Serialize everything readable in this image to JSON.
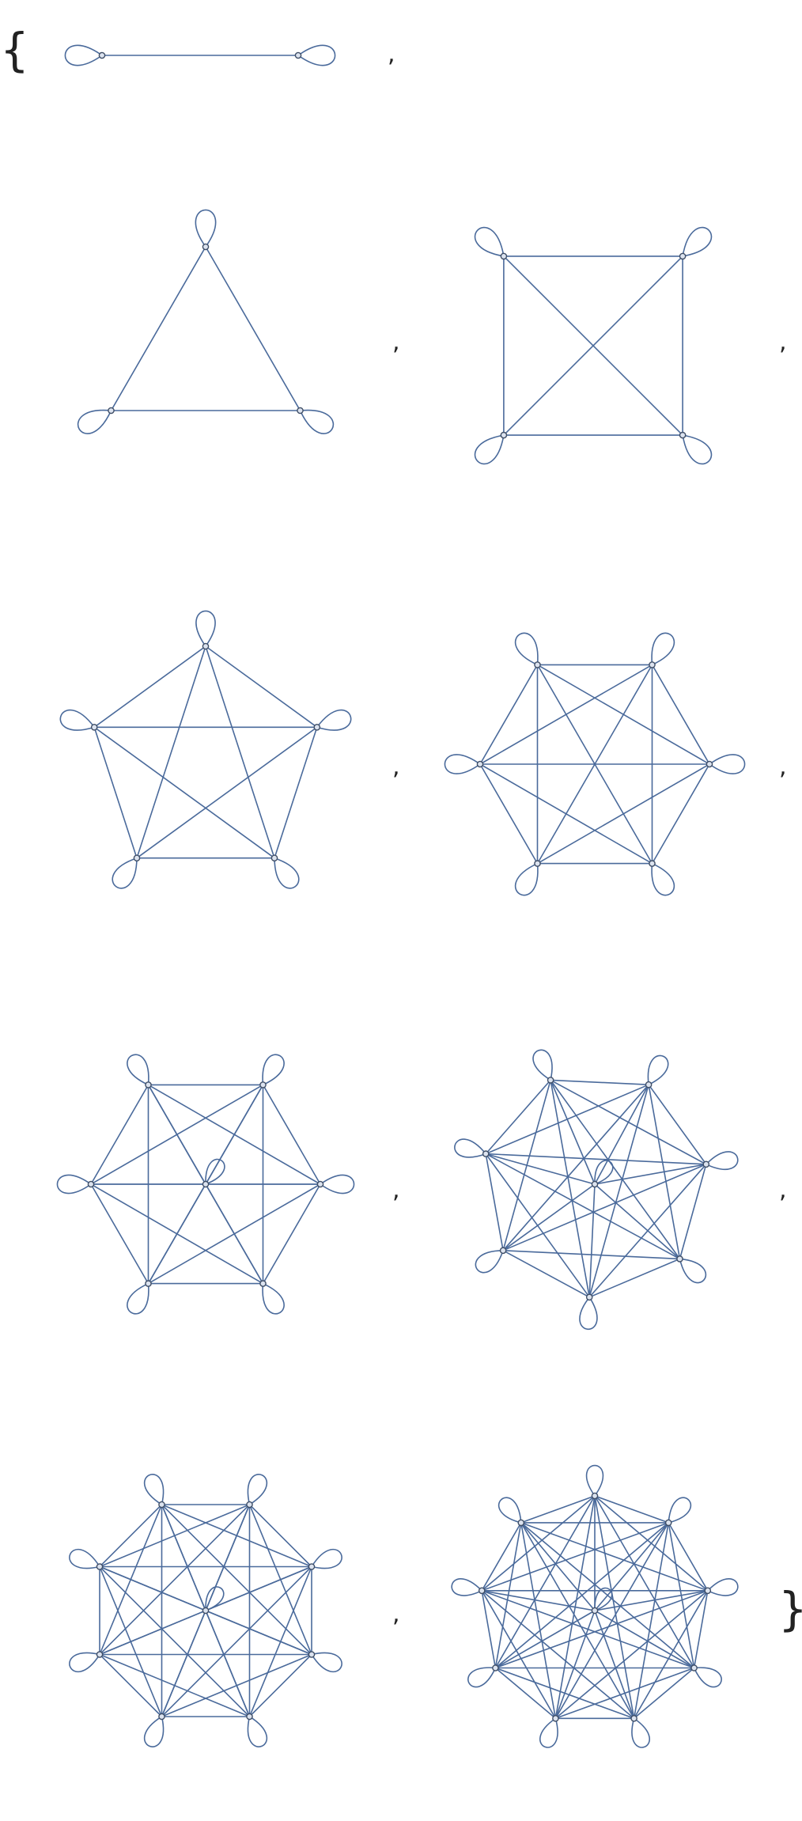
{
  "punctuation": {
    "open_brace": "{",
    "close_brace": "}",
    "comma": ","
  },
  "style": {
    "edge_color": "#4A6A9B",
    "vertex_fill": "#DCE3EF",
    "vertex_stroke": "#3F4E66"
  },
  "graphs": [
    {
      "name": "complete-graph-with-loops-2",
      "vertices": 2,
      "edges": "all pairs",
      "self_loops": true,
      "center_vertex": false
    },
    {
      "name": "complete-graph-with-loops-3",
      "vertices": 3,
      "edges": "all pairs",
      "self_loops": true,
      "center_vertex": false
    },
    {
      "name": "complete-graph-with-loops-4",
      "vertices": 4,
      "edges": "all pairs",
      "self_loops": true,
      "center_vertex": false
    },
    {
      "name": "complete-graph-with-loops-5",
      "vertices": 5,
      "edges": "all pairs",
      "self_loops": true,
      "center_vertex": false
    },
    {
      "name": "complete-graph-with-loops-6",
      "vertices": 6,
      "edges": "all pairs",
      "self_loops": true,
      "center_vertex": false
    },
    {
      "name": "complete-graph-with-loops-7",
      "vertices": 7,
      "edges": "all pairs",
      "self_loops": true,
      "center_vertex": true
    },
    {
      "name": "complete-graph-with-loops-8",
      "vertices": 8,
      "edges": "all pairs",
      "self_loops": true,
      "center_vertex": true
    },
    {
      "name": "complete-graph-with-loops-9",
      "vertices": 9,
      "edges": "all pairs",
      "self_loops": true,
      "center_vertex": true
    },
    {
      "name": "complete-graph-with-loops-10",
      "vertices": 10,
      "edges": "all pairs",
      "self_loops": true,
      "center_vertex": true
    }
  ]
}
